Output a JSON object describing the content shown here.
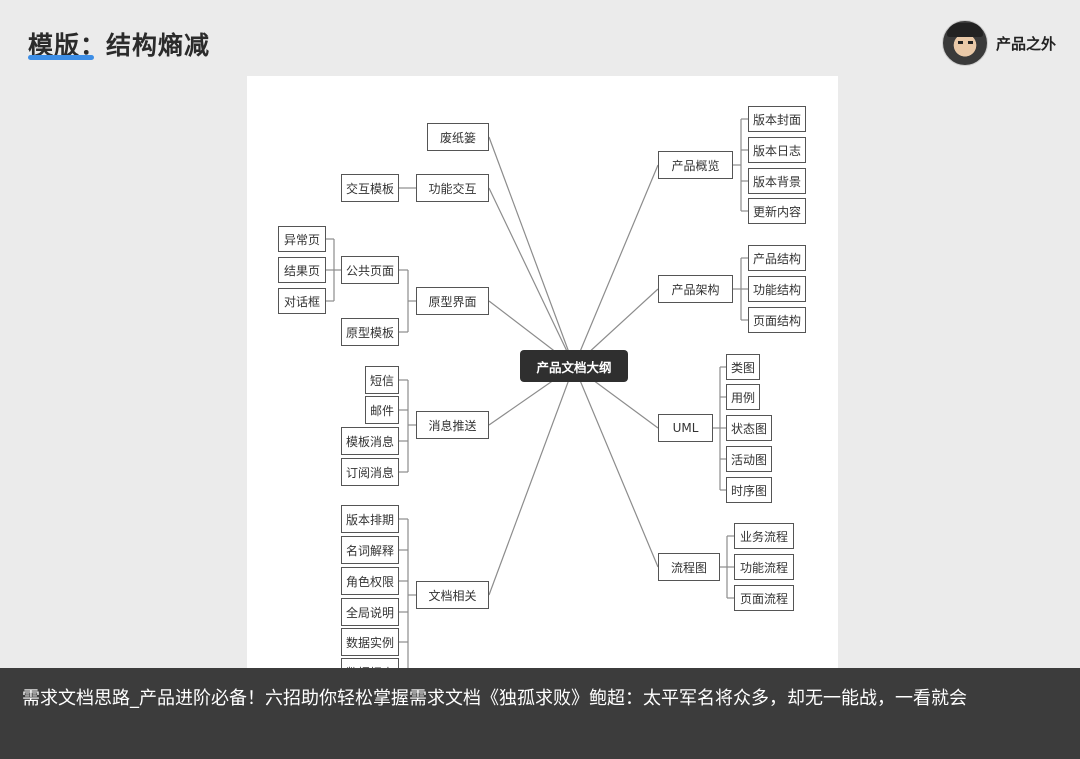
{
  "header": {
    "title": "模版：结构熵减",
    "brand_name": "产品之外"
  },
  "mindmap": {
    "root": "产品文档大纲",
    "left_branches": [
      {
        "label": "废纸篓",
        "children": []
      },
      {
        "label": "功能交互",
        "children": [
          "交互模板"
        ]
      },
      {
        "label": "原型界面",
        "children": [
          {
            "label": "公共页面",
            "children": [
              "异常页",
              "结果页",
              "对话框"
            ]
          },
          {
            "label": "原型模板",
            "children": []
          }
        ]
      },
      {
        "label": "消息推送",
        "children": [
          "短信",
          "邮件",
          "模板消息",
          "订阅消息"
        ]
      },
      {
        "label": "文档相关",
        "children": [
          "版本排期",
          "名词解释",
          "角色权限",
          "全局说明",
          "数据实例",
          "数据埋点"
        ]
      }
    ],
    "right_branches": [
      {
        "label": "产品概览",
        "children": [
          "版本封面",
          "版本日志",
          "版本背景",
          "更新内容"
        ]
      },
      {
        "label": "产品架构",
        "children": [
          "产品结构",
          "功能结构",
          "页面结构"
        ]
      },
      {
        "label": "UML",
        "children": [
          "类图",
          "用例",
          "状态图",
          "活动图",
          "时序图"
        ]
      },
      {
        "label": "流程图",
        "children": [
          "业务流程",
          "功能流程",
          "页面流程"
        ]
      }
    ]
  },
  "caption": "需求文档思路_产品进阶必备！六招助你轻松掌握需求文档《独孤求败》鲍超：太平军名将众多，却无一能战，一看就会"
}
